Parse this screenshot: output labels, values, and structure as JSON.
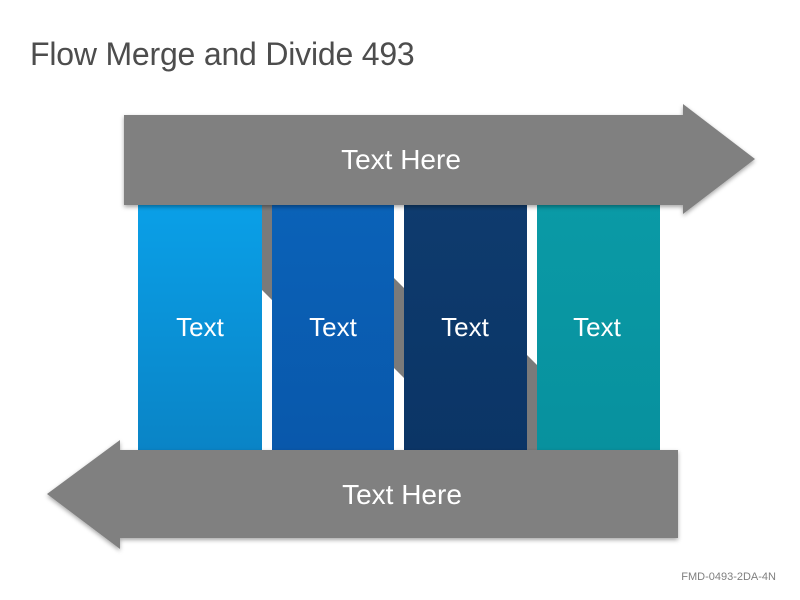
{
  "title": "Flow Merge and Divide 493",
  "top_arrow": {
    "label": "Text Here",
    "direction": "right",
    "color": "#808080"
  },
  "bottom_arrow": {
    "label": "Text Here",
    "direction": "left",
    "color": "#808080"
  },
  "columns": [
    {
      "label": "Text",
      "color_top": "#0aa0e8",
      "color_bottom": "#0a84c6"
    },
    {
      "label": "Text",
      "color_top": "#0a62b8",
      "color_bottom": "#0958ab"
    },
    {
      "label": "Text",
      "color_top": "#0e3b6e",
      "color_bottom": "#0b3566"
    },
    {
      "label": "Text",
      "color_top": "#0a9aa6",
      "color_bottom": "#08919e"
    }
  ],
  "footer_code": "FMD-0493-2DA-4N"
}
